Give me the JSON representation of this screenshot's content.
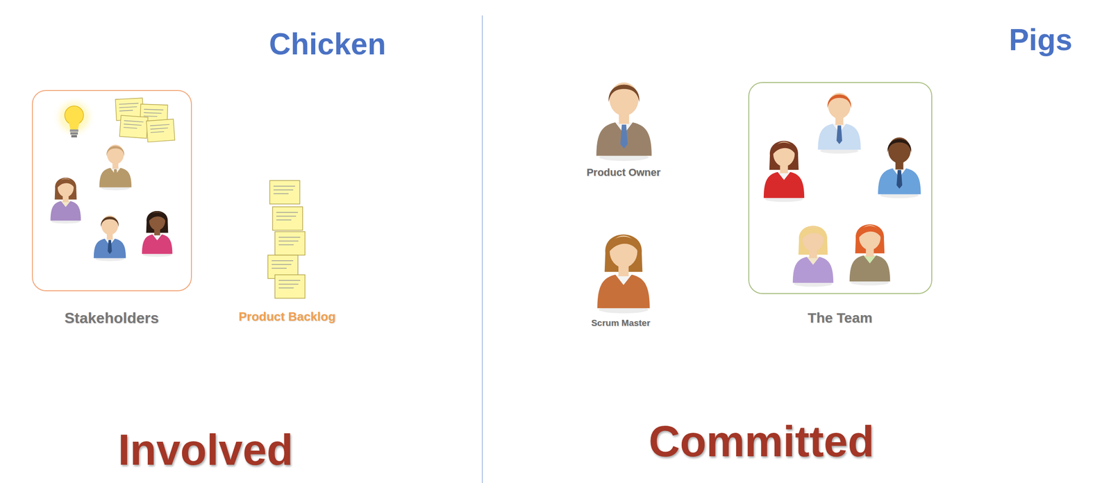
{
  "diagram": {
    "nodes": [
      {
        "text": [
          "Stakeholders"
        ]
      },
      {
        "text": [
          "The Team"
        ]
      }
    ],
    "labels": [
      "Chicken",
      "Product Backlog",
      "Involved",
      "Pigs",
      "Product Owner",
      "Scrum Master",
      "Committed"
    ]
  }
}
